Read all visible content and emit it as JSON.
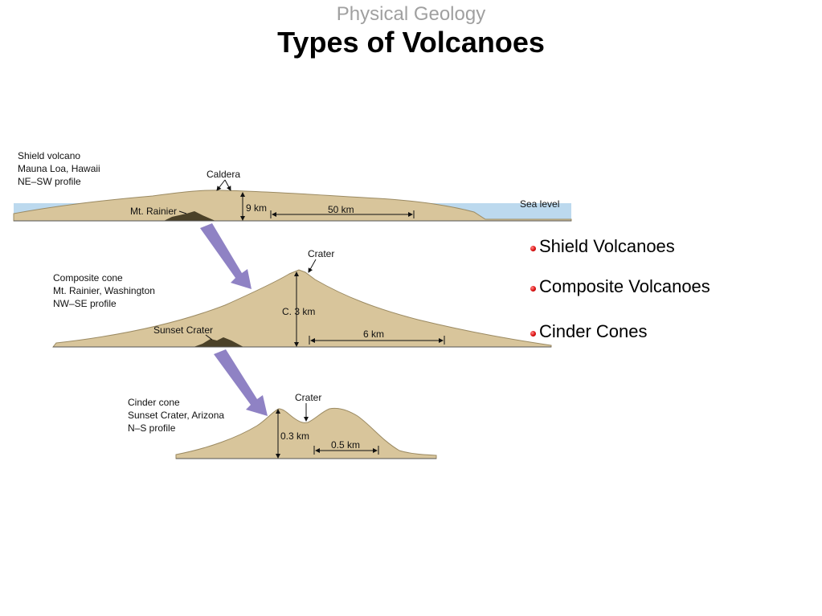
{
  "header": {
    "subtitle": "Physical Geology",
    "title": "Types of Volcanoes"
  },
  "bullets": [
    {
      "label": "Shield Volcanoes"
    },
    {
      "label": "Composite Volcanoes"
    },
    {
      "label": "Cinder Cones"
    }
  ],
  "diagram": {
    "colors": {
      "land": "#d8c59b",
      "sea": "#bcd9ee",
      "arrow": "#8f82c4",
      "dark_cone": "#4b4128"
    },
    "shield": {
      "lines": [
        "Shield volcano",
        "Mauna Loa, Hawaii",
        "NE–SW profile"
      ],
      "caldera": "Caldera",
      "height": "9 km",
      "width": "50 km",
      "sea_level": "Sea level",
      "inset": "Mt. Rainier"
    },
    "composite": {
      "lines": [
        "Composite cone",
        "Mt. Rainier, Washington",
        "NW–SE profile"
      ],
      "crater": "Crater",
      "height": "C. 3 km",
      "width": "6 km",
      "inset": "Sunset Crater"
    },
    "cinder": {
      "lines": [
        "Cinder cone",
        "Sunset Crater, Arizona",
        "N–S profile"
      ],
      "crater": "Crater",
      "height": "0.3 km",
      "width": "0.5 km"
    }
  }
}
